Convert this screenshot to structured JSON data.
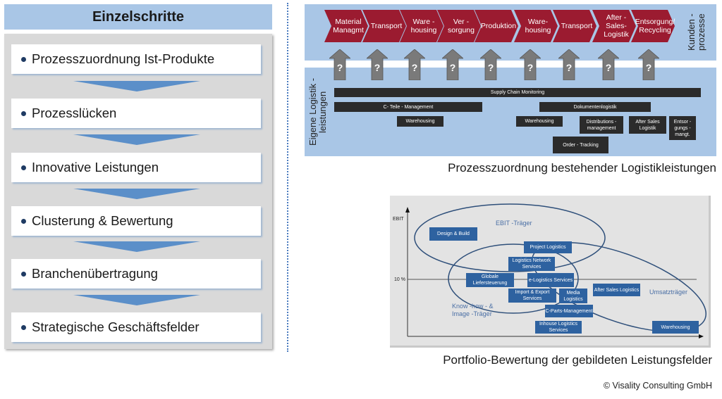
{
  "left": {
    "title": "Einzelschritte",
    "steps": [
      "Prozesszuordnung Ist-Produkte",
      "Prozesslücken",
      "Innovative Leistungen",
      "Clusterung & Bewertung",
      "Branchenübertragung",
      "Strategische Geschäftsfelder"
    ]
  },
  "process_map": {
    "chevrons": [
      "Material Managmt",
      "Transport",
      "Ware - housing",
      "Ver - sorgung",
      "Produktion",
      "Ware- housing",
      "Transport",
      "After - Sales- Logistik",
      "Entsorgung/ Recycling"
    ],
    "question_mark": "?",
    "kunden_label": "Kunden - prozesse",
    "eigene_label": "Eigene Logistik - leistungen",
    "bars": {
      "supply_chain": "Supply Chain Monitoring",
      "cteile": "C- Teile - Management",
      "doku": "Dokumentenlogistik",
      "warehousing1": "Warehousing",
      "warehousing2": "Warehousing",
      "distribution": "Distributions - management",
      "after_sales": "After Sales Logistik",
      "entsorgung": "Entsor - gungs - mangt.",
      "order_tracking": "Order - Tracking"
    },
    "caption": "Prozesszuordnung bestehender Logistikleistungen"
  },
  "portfolio": {
    "y_axis_label": "EBIT",
    "threshold_label": "10 %",
    "clusters": {
      "ebit": "EBIT -Träger",
      "knowhow": "Know -how - & Image -Träger",
      "umsatz": "Umsatzträger"
    },
    "boxes": {
      "design_build": "Design & Build",
      "project_logistics": "Project Logistics",
      "logistics_network": "Logistics Network Services",
      "globale": "Globale Liefersteuerung",
      "elogistics": "e-Logistics Services",
      "import_export": "Import & Export Services",
      "media": "Media Logistics",
      "after_sales": "After Sales Logistics",
      "cparts": "C-Parts-Management",
      "inhouse": "Inhouse Logistics Services",
      "warehousing": "Warehousing"
    },
    "caption": "Portfolio-Bewertung der gebildeten Leistungsfelder"
  },
  "colors": {
    "chevron": "#9b1b30",
    "light_blue": "#a9c6e6",
    "arrow_blue": "#5b8fc9",
    "box_blue": "#2e62a0",
    "dark_bar": "#2b2b2b"
  },
  "copyright": "© Visality Consulting GmbH"
}
